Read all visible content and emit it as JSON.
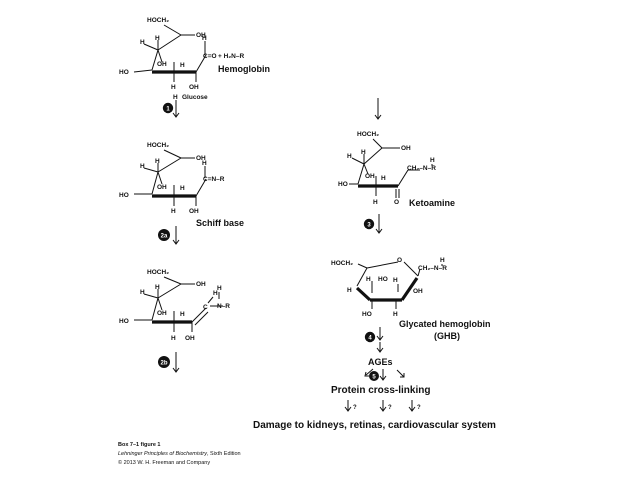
{
  "atoms": {
    "hoch2": "HOCH₂",
    "oh": "OH",
    "ho": "HO",
    "h": "H",
    "n": "N",
    "o": "O",
    "r": "R",
    "c_eq_o": "C=O",
    "plus_h2n_r": "+ H₂N–R",
    "c_eq_n_r": "C=N–R",
    "n_r": "N–R",
    "ch2_n_r": "CH₂–N–R",
    "ch2_n_r_ghb": "CH₂–N–R"
  },
  "labels": {
    "hemoglobin": "Hemoglobin",
    "glucose": "Glucose",
    "schiff_base": "Schiff base",
    "ketoamine": "Ketoamine",
    "glycated_hemoglobin": "Glycated hemoglobin",
    "ghb": "(GHB)",
    "ages": "AGEs",
    "protein_cross_linking": "Protein cross-linking",
    "damage": "Damage to kidneys, retinas, cardiovascular system",
    "question": "?"
  },
  "steps": {
    "s1": "1",
    "s2a": "2a",
    "s2b": "2b",
    "s3": "3",
    "s4": "4",
    "s5": "5"
  },
  "caption": {
    "figure": "Box 7–1 figure 1",
    "book": "Lehninger Principles of Biochemistry",
    "edition": ", Sixth Edition",
    "copyright": "© 2013 W. H. Freeman and Company"
  }
}
